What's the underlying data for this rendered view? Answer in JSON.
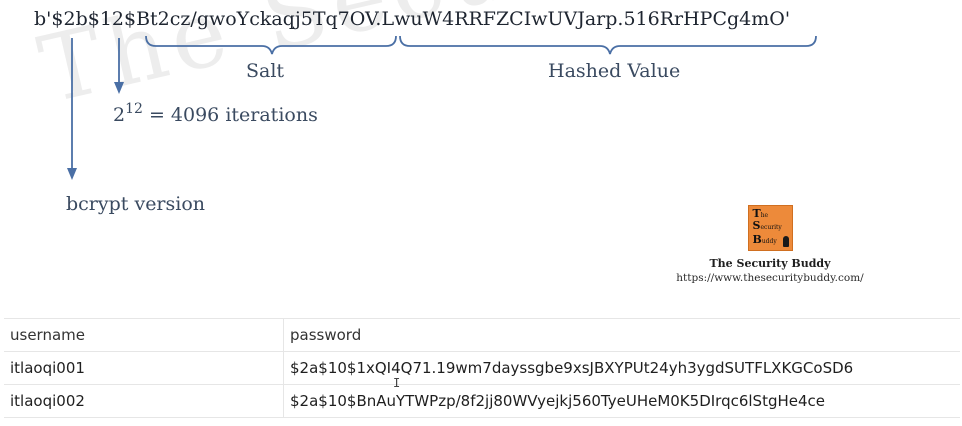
{
  "diagram": {
    "hash": "b'$2b$12$Bt2cz/gwoYckaqj5Tq7OV.LwuW4RRFZCIwUVJarp.516RrHPCg4mO'",
    "salt_label": "Salt",
    "hashed_value_label": "Hashed Value",
    "iterations": {
      "base": "2",
      "exponent": "12",
      "rest": " = 4096 iterations"
    },
    "version_label": "bcrypt version",
    "watermark": "The Security Buddy"
  },
  "logo": {
    "letters": [
      "T",
      "S",
      "B"
    ],
    "letter_suffixes": [
      "he",
      "ecurity",
      "uddy"
    ],
    "name": "The Security Buddy",
    "url": "https://www.thesecuritybuddy.com/",
    "color": "#ed8a3a"
  },
  "table": {
    "headers": [
      "username",
      "password"
    ],
    "rows": [
      [
        "itlaoqi001",
        "$2a$10$1xQI4Q71.19wm7dayssgbe9xsJBXYPUt24yh3ygdSUTFLXKGCoSD6"
      ],
      [
        "itlaoqi002",
        "$2a$10$BnAuYTWPzp/8f2jj80WVyejkj560TyeUHeM0K5DIrqc6lStgHe4ce"
      ]
    ]
  },
  "colors": {
    "arrow": "#4a6fa5",
    "brace": "#4a6fa5",
    "label_text": "#3a4a60"
  }
}
